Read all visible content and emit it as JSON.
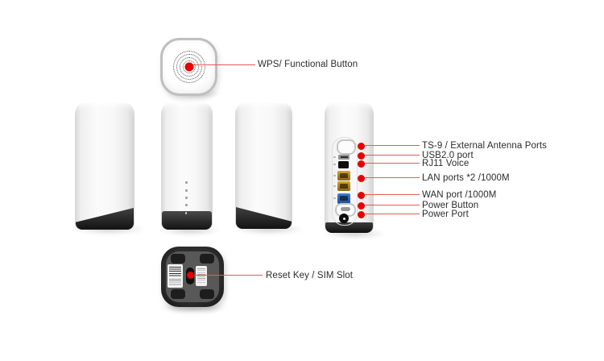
{
  "callouts": {
    "top": {
      "label": "WPS/ Functional Button"
    },
    "bottom": {
      "label": "Reset Key / SIM Slot"
    },
    "back_ports": [
      {
        "name": "ts9-external-antenna-ports",
        "label": "TS-9 / External Antenna Ports"
      },
      {
        "name": "usb2-port",
        "label": "USB2.0 port"
      },
      {
        "name": "rj11-voice",
        "label": "RJ11 Voice"
      },
      {
        "name": "lan-ports",
        "label": "LAN ports *2 /1000M"
      },
      {
        "name": "wan-port",
        "label": "WAN port /1000M"
      },
      {
        "name": "power-button",
        "label": "Power Button"
      },
      {
        "name": "power-port",
        "label": "Power Port"
      }
    ]
  },
  "colors": {
    "accent_red": "#e60000",
    "callout_line": "#e05c5c",
    "lan_port": "#8a660f",
    "wan_port": "#1d4f97",
    "label_text": "#2b2b2b",
    "device_body": "#f4f4f4",
    "device_base": "#1e1e1e"
  }
}
